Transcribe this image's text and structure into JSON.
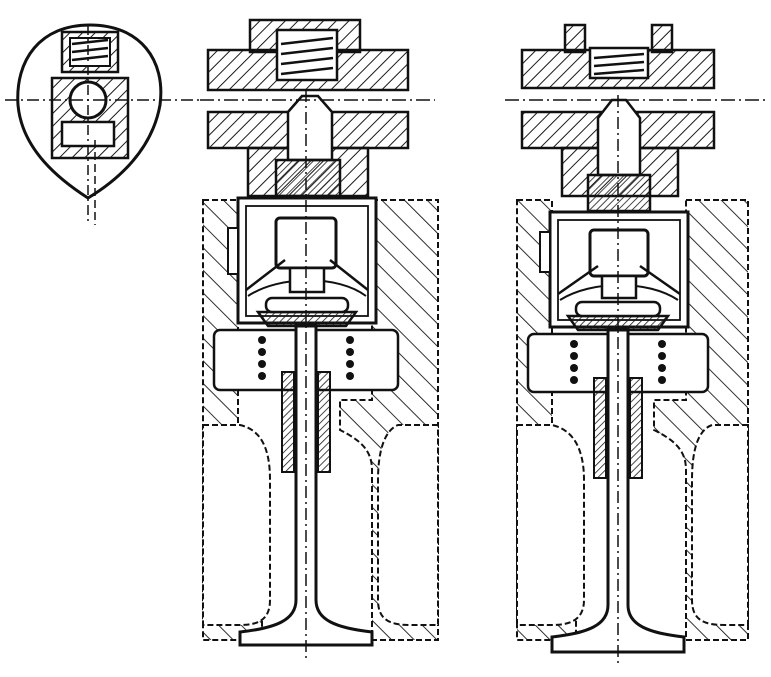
{
  "figure": {
    "views": [
      {
        "id": "cam-lobe-detail"
      },
      {
        "id": "valve-assembly-left"
      },
      {
        "id": "valve-assembly-right"
      }
    ],
    "colors": {
      "ink": "#111111",
      "paper": "#ffffff",
      "hatch": "#1a1a1a"
    }
  }
}
